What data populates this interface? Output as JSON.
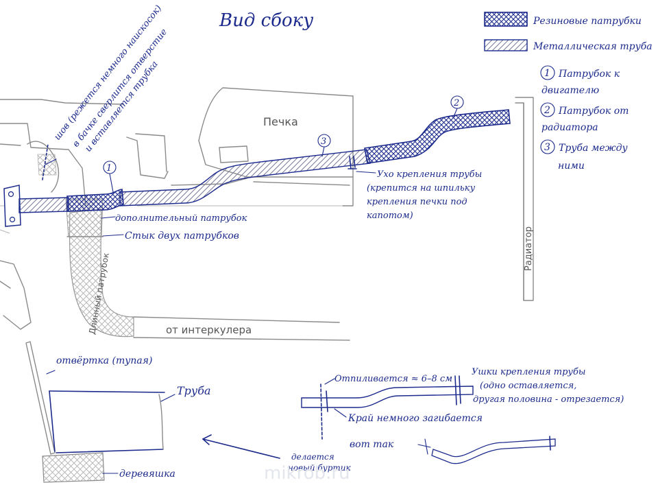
{
  "title": "Вид сбоку",
  "legend": {
    "rubber": "Резиновые патрубки",
    "metal": "Металлическая труба"
  },
  "numbered": {
    "n1": "1",
    "n1_text_a": "Патрубок к",
    "n1_text_b": "двигателю",
    "n2": "2",
    "n2_text_a": "Патрубок от",
    "n2_text_b": "радиатора",
    "n3": "3",
    "n3_text_a": "Труба между",
    "n3_text_b": "ними"
  },
  "labels": {
    "seam_a": "шов (режется немного наискосок)",
    "seam_b": "в бачке сверлится отверстие",
    "seam_c": "и вставляется трубка",
    "stove": "Печка",
    "ear_a": "Ухо крепления трубы",
    "ear_b": "(крепится на шпильку",
    "ear_c": "крепления печки под",
    "ear_d": "капотом)",
    "extra_hose": "дополнительный патрубок",
    "joint": "Стык двух патрубков",
    "radiator": "Радиатор",
    "long_hose": "Длинный патрубок",
    "intercooler": "от интеркулера",
    "screwdriver": "отвёртка (тупая)",
    "pipe": "Труба",
    "wood": "деревяшка",
    "cut": "Отпиливается ≈ 6–8 см",
    "ears_a": "Ушки крепления трубы",
    "ears_b": "(одно оставляется,",
    "ears_c": "другая половина - отрезается)",
    "edge_bent": "Край немного загибается",
    "like_this": "вот так",
    "new_bead_a": "делается",
    "new_bead_b": "новый буртик"
  },
  "watermark": "mikrob.ru"
}
